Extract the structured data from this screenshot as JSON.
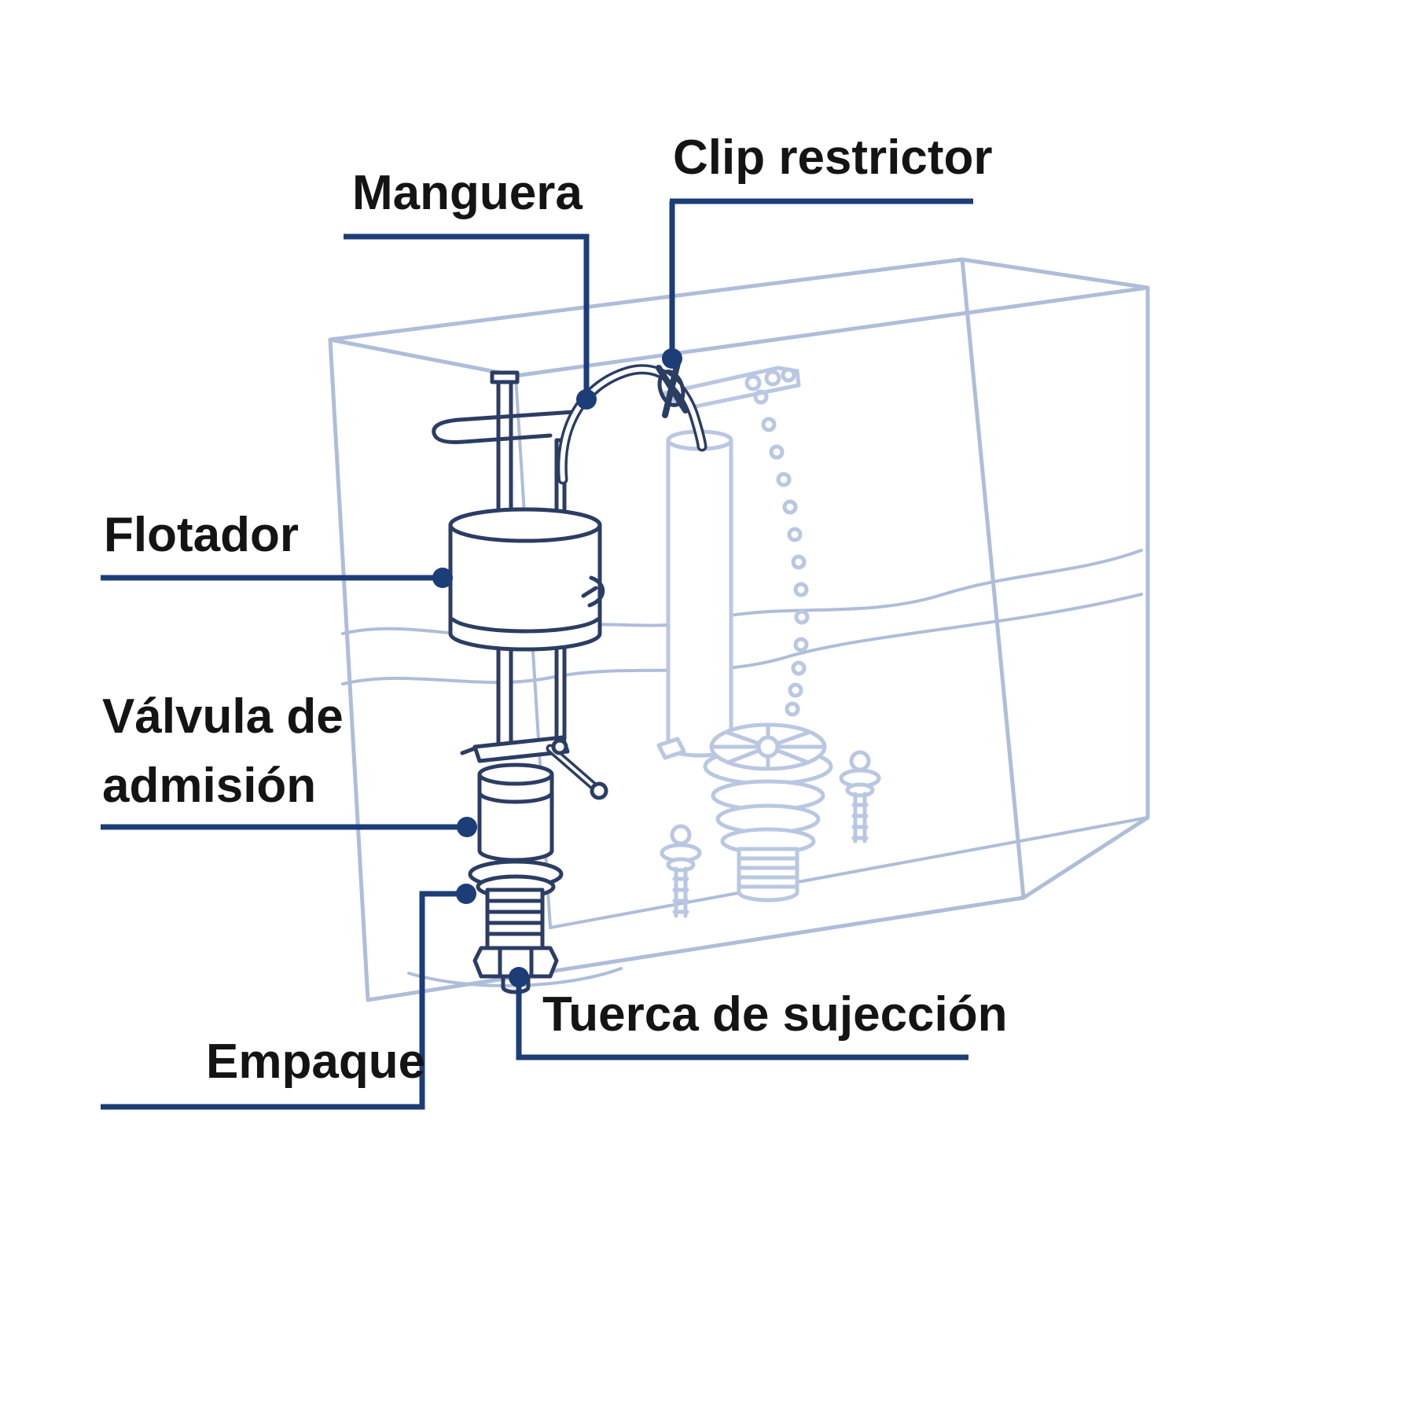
{
  "labels": {
    "manguera": "Manguera",
    "clip_restrictor": "Clip restrictor",
    "flotador": "Flotador",
    "valvula_admision": "Válvula de admisión",
    "empaque": "Empaque",
    "tuerca_sujeccion": "Tuerca de sujección"
  },
  "colors": {
    "leader_line": "#1d3d77",
    "label_text": "#141414",
    "tank_outline": "#aebdd9",
    "flush_assembly": "#b9c7e2",
    "fill_valve": "#2c3d63",
    "background": "#ffffff"
  }
}
